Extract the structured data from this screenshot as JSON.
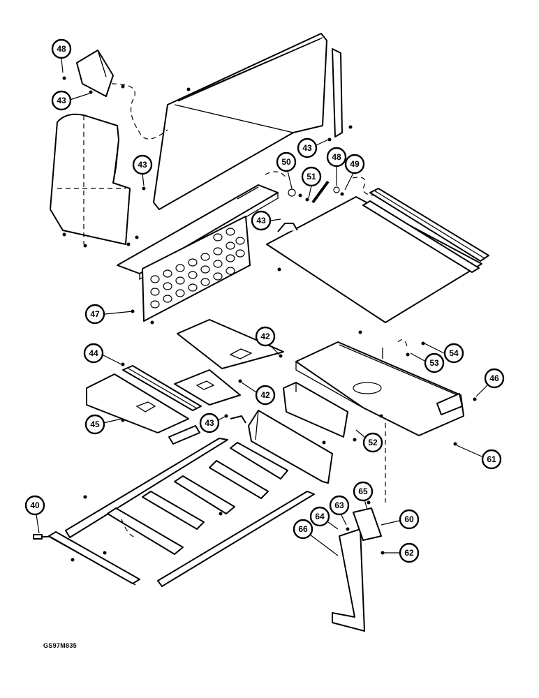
{
  "figure_code": "GS97M835",
  "callouts": [
    "48",
    "43",
    "43",
    "43",
    "50",
    "51",
    "48",
    "49",
    "43",
    "47",
    "42",
    "44",
    "42",
    "54",
    "53",
    "46",
    "45",
    "43",
    "52",
    "61",
    "40",
    "63",
    "64",
    "65",
    "60",
    "66",
    "62"
  ]
}
